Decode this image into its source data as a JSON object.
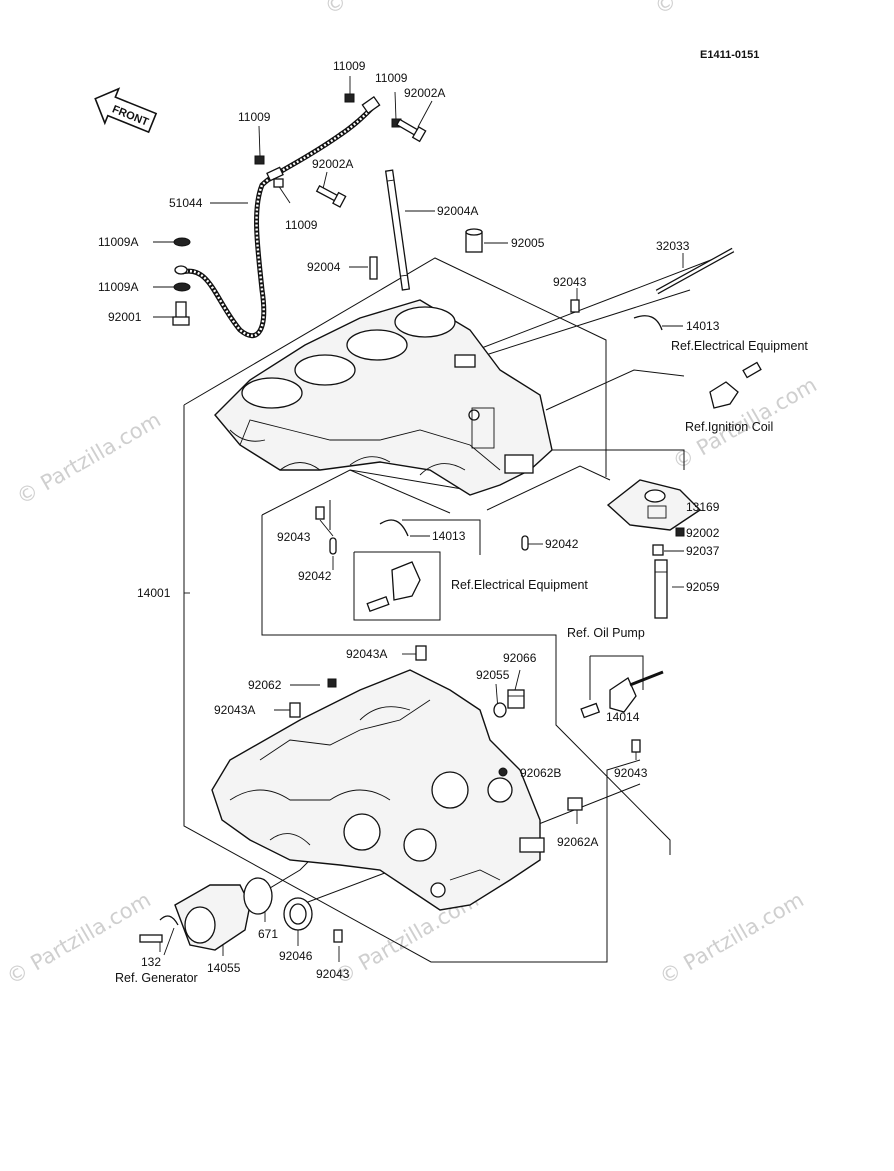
{
  "diagram_code": "E1411-0151",
  "front_arrow": "FRONT",
  "watermark": "© Partzilla.com",
  "part_labels": {
    "p11009_a": "11009",
    "p11009_b": "11009",
    "p92002A_a": "92002A",
    "p11009_c": "11009",
    "p92002A_b": "92002A",
    "p11009_d": "11009",
    "p51044": "51044",
    "p92004A": "92004A",
    "p11009A_a": "11009A",
    "p92005": "92005",
    "p32033": "32033",
    "p92004": "92004",
    "p11009A_b": "11009A",
    "p92043_a": "92043",
    "p92001": "92001",
    "p14013_a": "14013",
    "p13169": "13169",
    "p92002": "92002",
    "p92043_b": "92043",
    "p14013_b": "14013",
    "p92042_a": "92042",
    "p92042_b": "92042",
    "p92037": "92037",
    "p92059": "92059",
    "p14001": "14001",
    "p92043A_a": "92043A",
    "p92066": "92066",
    "p92062": "92062",
    "p92055": "92055",
    "p92043A_b": "92043A",
    "p14014": "14014",
    "p92062B": "92062B",
    "p92043_c": "92043",
    "p92062A": "92062A",
    "p671": "671",
    "p132": "132",
    "p14055": "14055",
    "p92046": "92046",
    "p92043_d": "92043"
  },
  "references": {
    "electrical_1": "Ref.Electrical Equipment",
    "ignition_coil": "Ref.Ignition Coil",
    "electrical_2": "Ref.Electrical Equipment",
    "oil_pump": "Ref. Oil Pump",
    "generator": "Ref. Generator"
  }
}
